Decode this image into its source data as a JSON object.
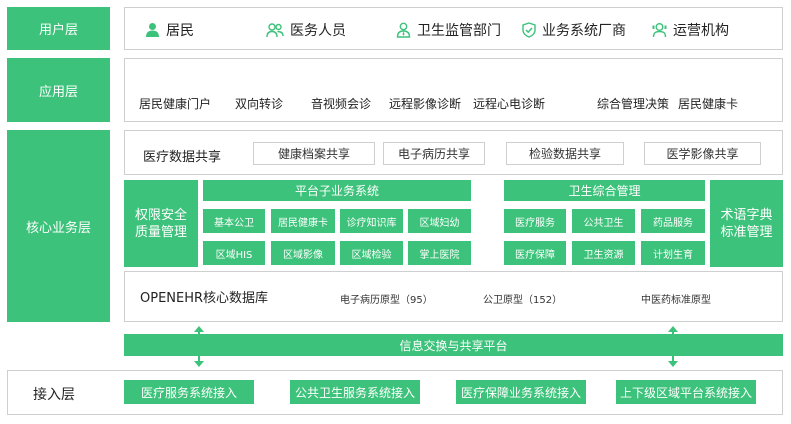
{
  "layers": {
    "user": "用户层",
    "app": "应用层",
    "core": "核心业务层",
    "access": "接入层"
  },
  "users": [
    {
      "label": "居民",
      "icon": "person-icon"
    },
    {
      "label": "医务人员",
      "icon": "medical-staff-icon"
    },
    {
      "label": "卫生监管部门",
      "icon": "supervisor-icon"
    },
    {
      "label": "业务系统厂商",
      "icon": "shield-check-icon"
    },
    {
      "label": "运营机构",
      "icon": "operator-icon"
    }
  ],
  "apps": [
    "居民健康门户",
    "双向转诊",
    "音视频会诊",
    "远程影像诊断",
    "远程心电诊断",
    "综合管理决策",
    "居民健康卡"
  ],
  "data_share": {
    "title": "医疗数据共享",
    "items": [
      "健康档案共享",
      "电子病历共享",
      "检验数据共享",
      "医学影像共享"
    ]
  },
  "core": {
    "security": "权限安全\n质量管理",
    "terminology": "术语字典\n标准管理",
    "platform": {
      "title": "平台子业务系统",
      "row1": [
        "基本公卫",
        "居民健康卡",
        "诊疗知识库",
        "区域妇幼"
      ],
      "row2": [
        "区域HIS",
        "区域影像",
        "区域检验",
        "掌上医院"
      ]
    },
    "health_mgmt": {
      "title": "卫生综合管理",
      "row1": [
        "医疗服务",
        "公共卫生",
        "药品服务"
      ],
      "row2": [
        "医疗保障",
        "卫生资源",
        "计划生育"
      ]
    },
    "database": {
      "title": "OPENEHR核心数据库",
      "items": [
        "电子病历原型（95）",
        "公卫原型（152）",
        "中医药标准原型"
      ]
    },
    "exchange": "信息交换与共享平台"
  },
  "access": [
    "医疗服务系统接入",
    "公共卫生服务系统接入",
    "医疗保障业务系统接入",
    "上下级区域平台系统接入"
  ],
  "colors": {
    "accent": "#3cc27a",
    "border": "#cfcfcf"
  }
}
